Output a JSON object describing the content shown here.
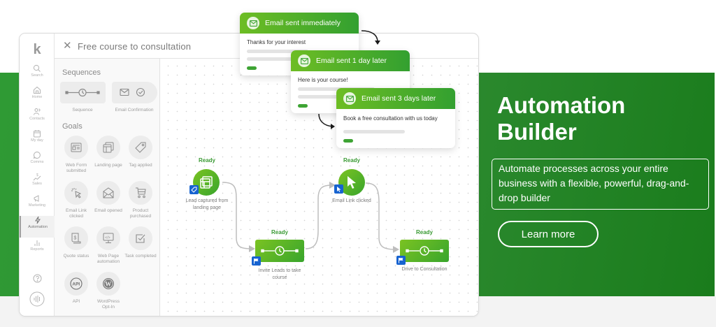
{
  "window": {
    "title": "Free course to consultation",
    "close_icon": "close-icon"
  },
  "nav": {
    "logo": "k",
    "items": [
      {
        "label": "Search",
        "icon": "search-icon"
      },
      {
        "label": "Home",
        "icon": "home-icon"
      },
      {
        "label": "Contacts",
        "icon": "contacts-icon"
      },
      {
        "label": "My day",
        "icon": "calendar-icon"
      },
      {
        "label": "Comms",
        "icon": "chat-icon"
      },
      {
        "label": "Sales",
        "icon": "sales-icon"
      },
      {
        "label": "Marketing",
        "icon": "megaphone-icon"
      },
      {
        "label": "Automation",
        "icon": "lightning-icon",
        "active": true
      },
      {
        "label": "Reports",
        "icon": "bar-chart-icon"
      }
    ],
    "help_icon": "help-icon",
    "voice_icon": "voice-icon"
  },
  "panel": {
    "sequences_title": "Sequences",
    "sequences": [
      {
        "label": "Sequence",
        "icon": "sequence-icon"
      },
      {
        "label": "Email Confirmation",
        "icon": "email-confirmation-icon"
      }
    ],
    "goals_title": "Goals",
    "goals": [
      {
        "label": "Web Form submitted",
        "icon": "web-form-icon"
      },
      {
        "label": "Landing page",
        "icon": "landing-page-icon"
      },
      {
        "label": "Tag applied",
        "icon": "tag-icon"
      },
      {
        "label": "Email Link clicked",
        "icon": "cursor-click-icon"
      },
      {
        "label": "Email opened",
        "icon": "email-opened-icon"
      },
      {
        "label": "Product purchased",
        "icon": "cart-icon"
      },
      {
        "label": "Quote status",
        "icon": "quote-icon"
      },
      {
        "label": "Web Page automation",
        "icon": "code-monitor-icon"
      },
      {
        "label": "Task completed",
        "icon": "checkbox-icon"
      },
      {
        "label": "API",
        "icon": "api-icon"
      },
      {
        "label": "WordPress Opt-In",
        "icon": "wordpress-icon"
      }
    ]
  },
  "workflow": {
    "nodes": [
      {
        "status": "Ready",
        "label": "Lead captured from landing page",
        "type": "goal"
      },
      {
        "status": "Ready",
        "label": "Invite Leads to take course",
        "type": "sequence"
      },
      {
        "status": "Ready",
        "label": "Email Link clicked",
        "type": "goal"
      },
      {
        "status": "Ready",
        "label": "Drive to Consultation",
        "type": "sequence"
      }
    ]
  },
  "emails": [
    {
      "header": "Email sent immediately",
      "body": "Thanks for your interest"
    },
    {
      "header": "Email sent 1 day later",
      "body": "Here is your course!"
    },
    {
      "header": "Email sent 3 days later",
      "body": "Book a free consultation with us today"
    }
  ],
  "hero": {
    "title_line1": "Automation",
    "title_line2": "Builder",
    "description": "Automate processes across your entire business with a flexible, powerful, drag-and-drop builder",
    "cta_label": "Learn more"
  },
  "colors": {
    "brand_green": "#2c8a2f",
    "node_green": "#38a52c",
    "badge_blue": "#1763d0"
  }
}
